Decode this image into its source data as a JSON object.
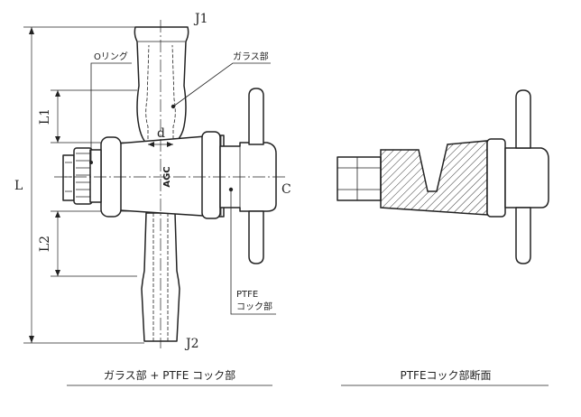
{
  "labels": {
    "j1": "J1",
    "j2": "J2",
    "c": "C",
    "d": "d",
    "l": "L",
    "l1": "L1",
    "l2": "L2",
    "o_ring": "Oリング",
    "glass_part": "ガラス部",
    "ptfe_line1": "PTFE",
    "ptfe_line2": "コック部",
    "stamp": "AGC"
  },
  "captions": {
    "left": "ガラス部 + PTFE コック部",
    "right": "PTFEコック部断面"
  }
}
